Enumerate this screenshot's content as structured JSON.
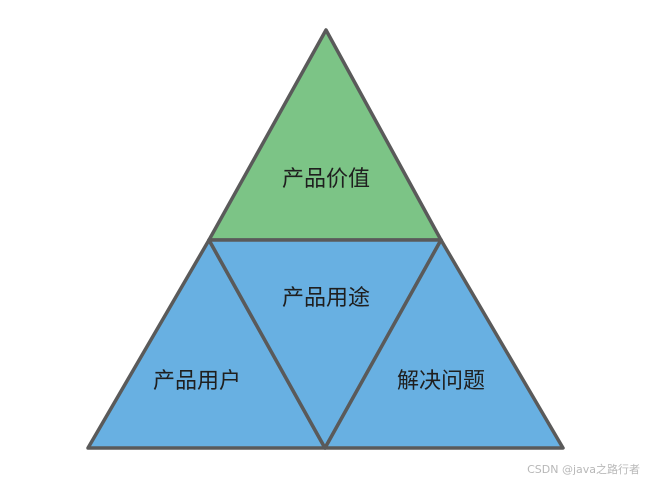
{
  "diagram": {
    "top": {
      "label": "产品价值",
      "fill": "#7cc486"
    },
    "middle": {
      "label": "产品用途",
      "fill": "#68b0e2"
    },
    "left": {
      "label": "产品用户",
      "fill": "#68b0e2"
    },
    "right": {
      "label": "解决问题",
      "fill": "#68b0e2"
    },
    "outline_color": "#5a5a5a"
  },
  "watermark": "CSDN @java之路行者"
}
